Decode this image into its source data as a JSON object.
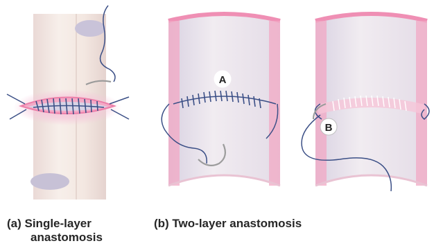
{
  "figure": {
    "callout_a": "A",
    "callout_b": "B"
  },
  "captions": {
    "a_line1": "(a)  Single-layer",
    "a_line2": "anastomosis",
    "b": "(b) Two-layer anastomosis"
  },
  "colors": {
    "vessel_fill": "#f3ece7",
    "vessel_shade": "#e7dfe6",
    "wall_pink": "#ef8fb4",
    "suture_blue": "#3b4f86",
    "background": "#ffffff"
  }
}
